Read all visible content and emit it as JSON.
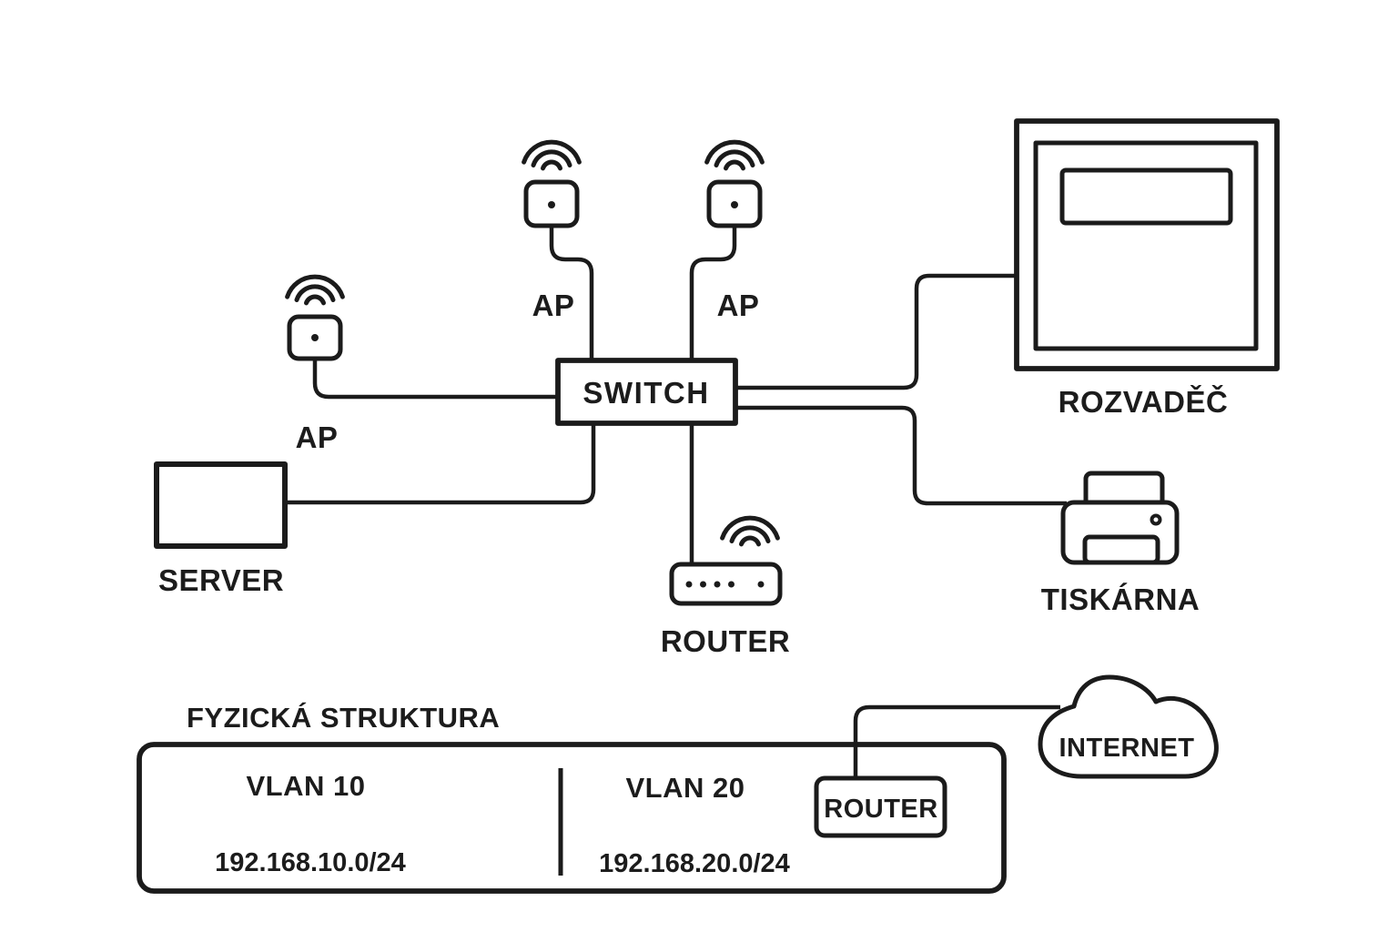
{
  "nodes": {
    "switch": {
      "label": "SWITCH"
    },
    "ap_left": {
      "label": "AP"
    },
    "ap_top_left": {
      "label": "AP"
    },
    "ap_top_right": {
      "label": "AP"
    },
    "server": {
      "label": "SERVER"
    },
    "router": {
      "label": "ROUTER"
    },
    "cabinet": {
      "label": "ROZVADĚČ"
    },
    "printer": {
      "label": "TISKÁRNA"
    }
  },
  "vlan_section": {
    "title": "FYZICKÁ STRUKTURA",
    "vlans": [
      {
        "name": "VLAN 10",
        "subnet": "192.168.10.0/24"
      },
      {
        "name": "VLAN 20",
        "subnet": "192.168.20.0/24"
      }
    ],
    "router_label": "ROUTER",
    "internet_label": "INTERNET"
  },
  "colors": {
    "ink": "#1b1b1b",
    "background": "#ffffff"
  }
}
